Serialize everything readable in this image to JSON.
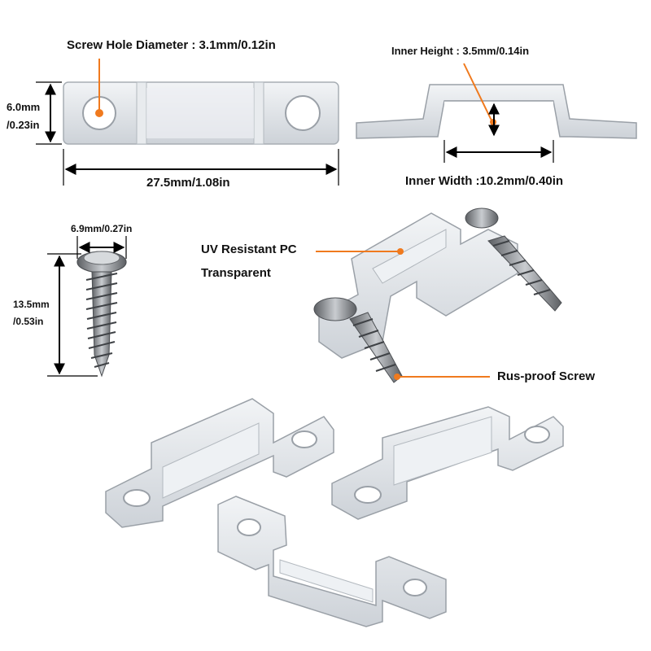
{
  "annotations": {
    "screw_hole_diameter": "Screw Hole Diameter : 3.1mm/0.12in",
    "inner_height": "Inner Height : 3.5mm/0.14in",
    "strap_height_mm": "6.0mm",
    "strap_height_in": "/0.23in",
    "strap_length": "27.5mm/1.08in",
    "inner_width": "Inner Width :10.2mm/0.40in",
    "screw_head_width": "6.9mm/0.27in",
    "screw_length_mm": "13.5mm",
    "screw_length_in": "/0.53in",
    "material_line1": "UV Resistant PC",
    "material_line2": "Transparent",
    "screw_feature": "Rus-proof Screw"
  },
  "colors": {
    "callout": "#f07a1e",
    "dimension_line": "#000000",
    "plastic": "#dfe3e8",
    "metal": "#8c8f93"
  }
}
